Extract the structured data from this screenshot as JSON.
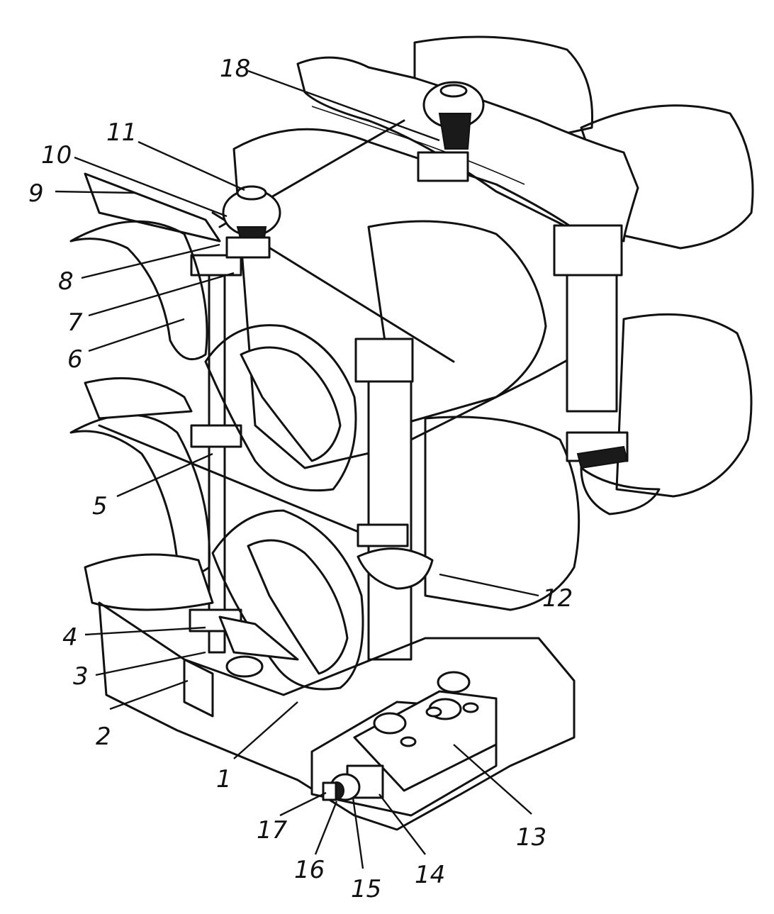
{
  "figure": {
    "callouts": [
      "1",
      "2",
      "3",
      "4",
      "5",
      "6",
      "7",
      "8",
      "9",
      "10",
      "11",
      "12",
      "13",
      "14",
      "15",
      "16",
      "17",
      "18"
    ]
  }
}
